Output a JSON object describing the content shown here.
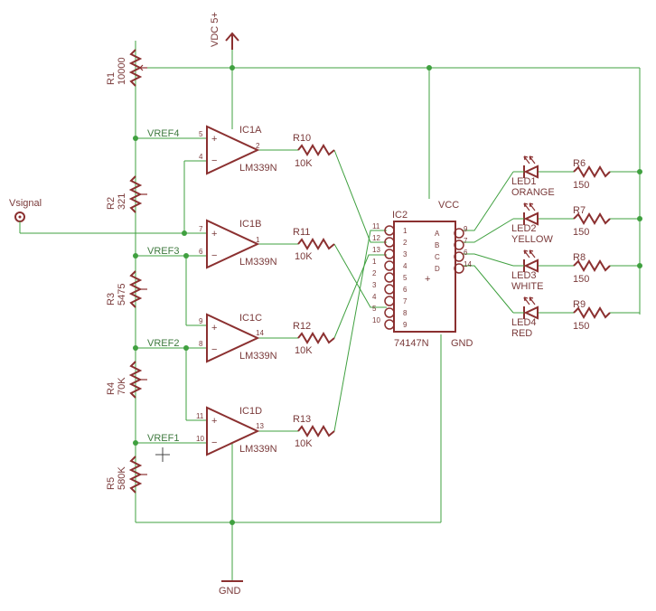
{
  "power": {
    "vcc_label": "VDC 5+",
    "gnd_label": "GND"
  },
  "signal": {
    "label": "Vsignal"
  },
  "resistors_div": [
    {
      "name": "R1",
      "value": "10000"
    },
    {
      "name": "R2",
      "value": "321"
    },
    {
      "name": "R3",
      "value": "5475"
    },
    {
      "name": "R4",
      "value": "70K"
    },
    {
      "name": "R5",
      "value": "580K"
    }
  ],
  "vrefs": [
    "VREF4",
    "VREF3",
    "VREF2",
    "VREF1"
  ],
  "comparators": [
    {
      "name": "IC1A",
      "part": "LM339N",
      "plus": "5",
      "minus": "4",
      "out": "2"
    },
    {
      "name": "IC1B",
      "part": "LM339N",
      "plus": "7",
      "minus": "6",
      "out": "1"
    },
    {
      "name": "IC1C",
      "part": "LM339N",
      "plus": "9",
      "minus": "8",
      "out": "14"
    },
    {
      "name": "IC1D",
      "part": "LM339N",
      "plus": "11",
      "minus": "10",
      "out": "13"
    }
  ],
  "out_resistors": [
    {
      "name": "R10",
      "value": "10K"
    },
    {
      "name": "R11",
      "value": "10K"
    },
    {
      "name": "R12",
      "value": "10K"
    },
    {
      "name": "R13",
      "value": "10K"
    }
  ],
  "encoder": {
    "name": "IC2",
    "part": "74147N",
    "vcc": "VCC",
    "gnd": "GND",
    "left_pins_outer": [
      "11",
      "12",
      "13",
      "1",
      "2",
      "3",
      "4",
      "5",
      "10"
    ],
    "left_pins_inner": [
      "1",
      "2",
      "3",
      "4",
      "5",
      "6",
      "7",
      "8",
      "9"
    ],
    "right_letters": [
      "A",
      "B",
      "C",
      "D"
    ],
    "right_pins": [
      "9",
      "7",
      "6",
      "14"
    ],
    "marker": "+"
  },
  "leds": [
    {
      "name": "LED1",
      "color_name": "ORANGE"
    },
    {
      "name": "LED2",
      "color_name": "YELLOW"
    },
    {
      "name": "LED3",
      "color_name": "WHITE"
    },
    {
      "name": "LED4",
      "color_name": "RED"
    }
  ],
  "led_resistors": [
    {
      "name": "R6",
      "value": "150"
    },
    {
      "name": "R7",
      "value": "150"
    },
    {
      "name": "R8",
      "value": "150"
    },
    {
      "name": "R9",
      "value": "150"
    }
  ],
  "colors": {
    "wire": "#3fa03f",
    "part": "#8b3030",
    "text": "#7a3a3a",
    "background": "#ffffff"
  }
}
